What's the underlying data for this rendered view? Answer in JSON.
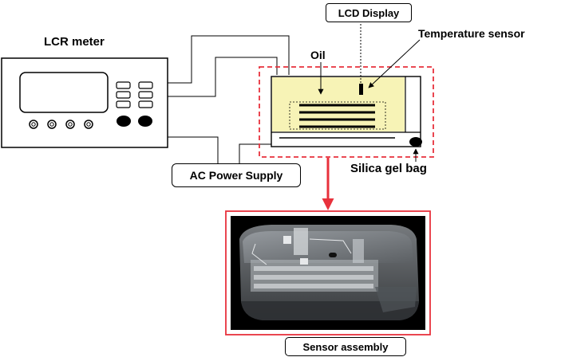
{
  "labels": {
    "lcr_meter": "LCR meter",
    "lcd_display": "LCD Display",
    "temperature_sensor": "Temperature sensor",
    "oil": "Oil",
    "ac_power_supply": "AC Power Supply",
    "silica_gel_bag": "Silica gel bag",
    "sensor_assembly": "Sensor assembly"
  },
  "colors": {
    "oil_fill": "#f7f3b6",
    "dashed_border": "#e8313c",
    "arrow": "#e8313c",
    "photo_frame": "#e8313c",
    "photo_bg": "#000000"
  },
  "icons": {
    "pointer_arrows": "black-arrowheads",
    "down_arrow": "red-arrow-down"
  }
}
